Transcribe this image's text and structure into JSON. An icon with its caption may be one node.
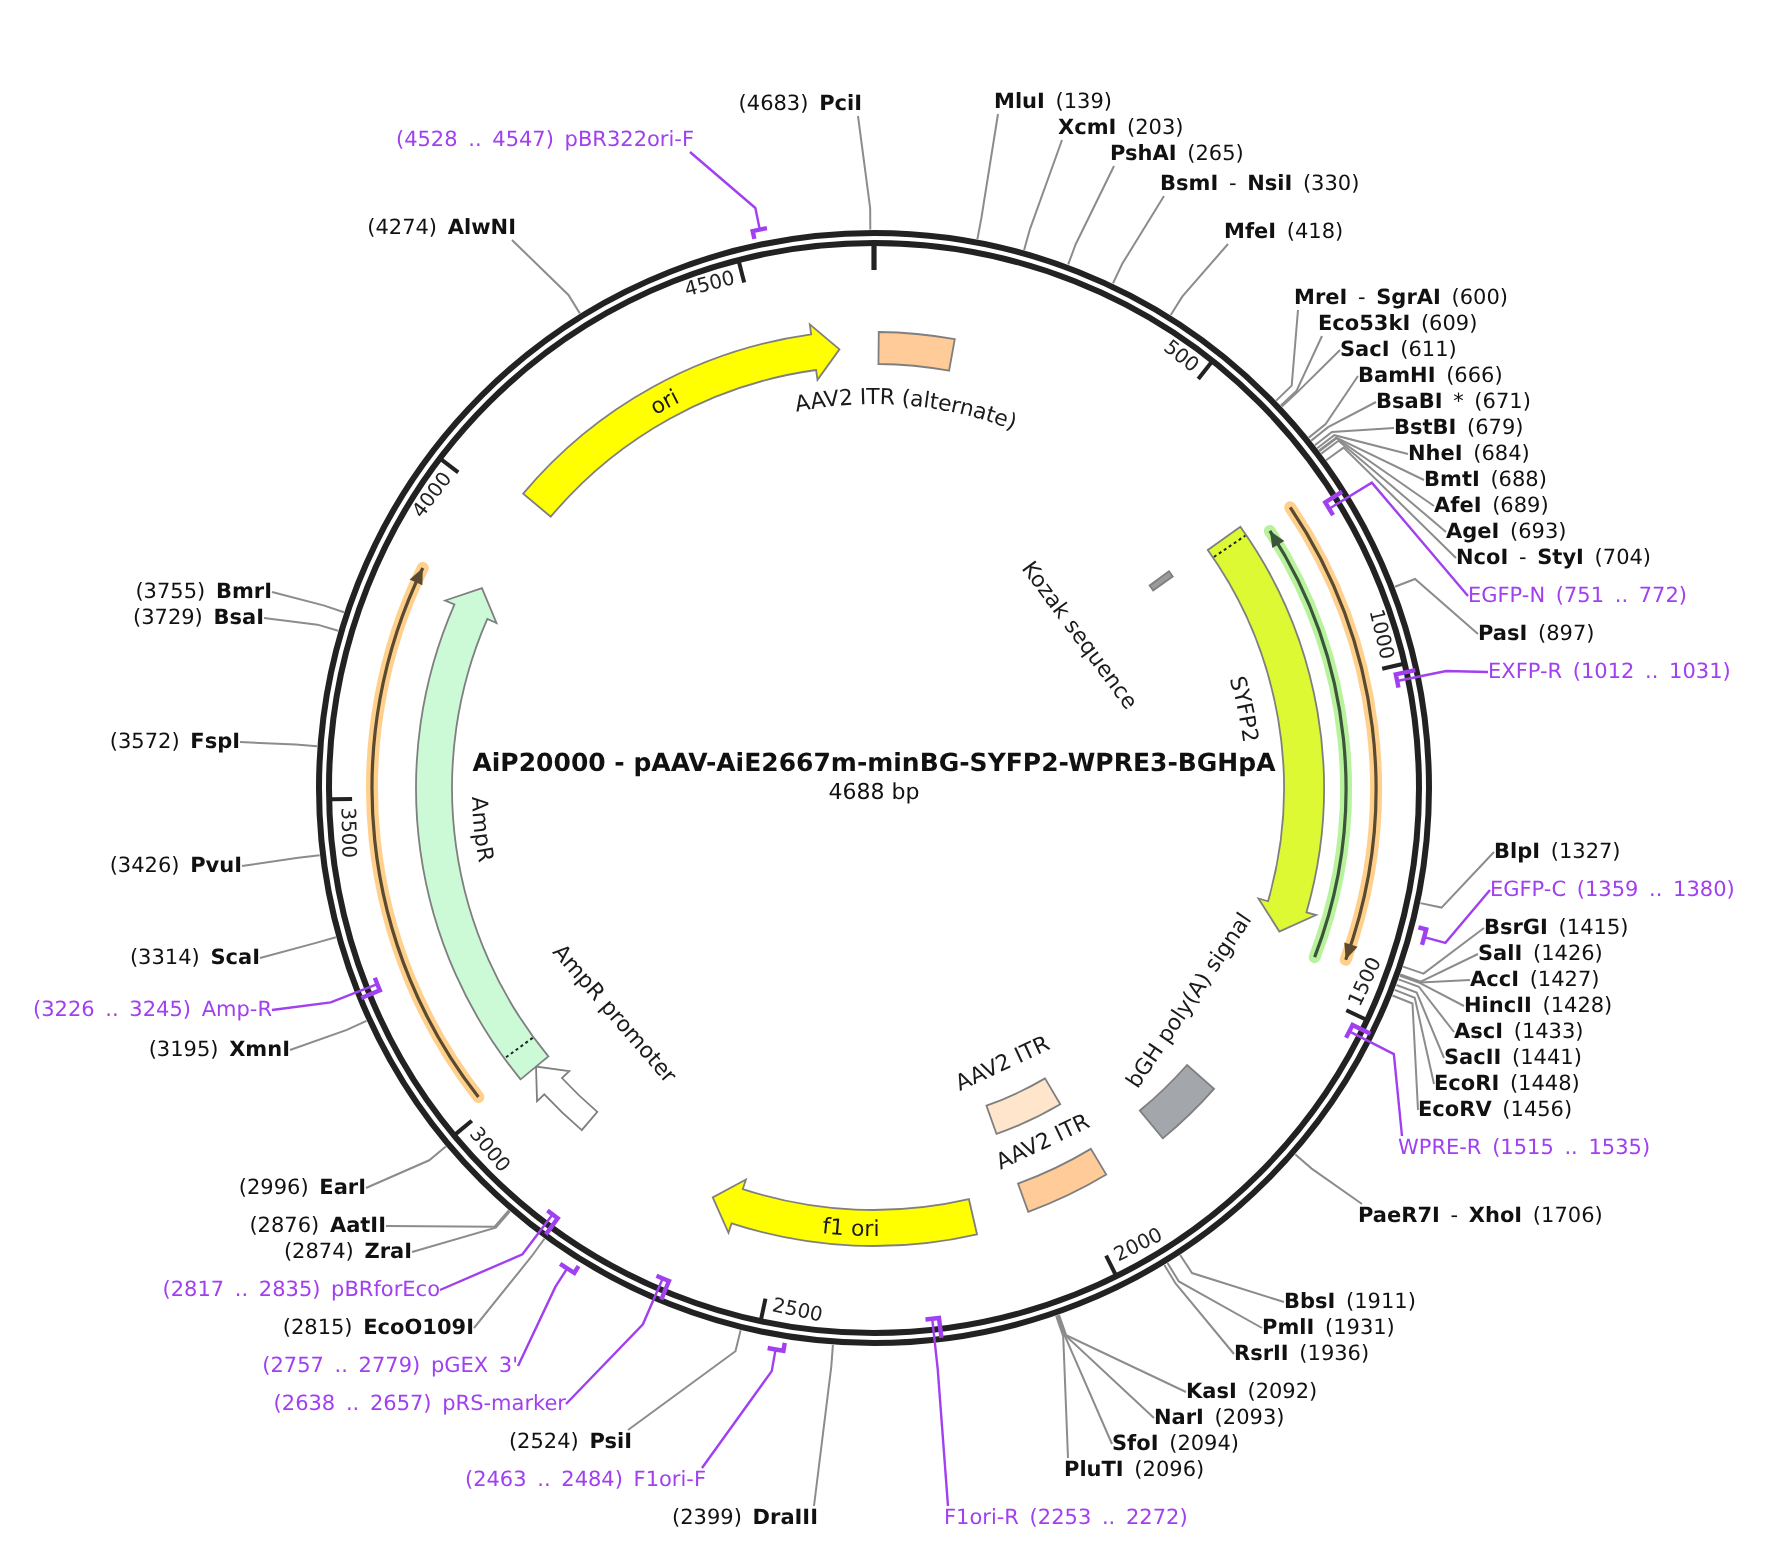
{
  "diagram": {
    "title": "AiP20000 - pAAV-AiE2667m-minBG-SYFP2-WPRE3-BGHpA",
    "nodes": [
      {
        "text": [],
        "shape": "circle"
      },
      {
        "text": [
          "ori"
        ],
        "in": 0
      },
      {
        "text": [
          "AAV2 ITR (alternate)"
        ],
        "in": 0
      },
      {
        "text": [
          "Kozak sequence"
        ],
        "in": 0
      },
      {
        "text": [
          "SYFP2"
        ],
        "in": 0
      },
      {
        "text": [
          "bGH poly(A) signal"
        ],
        "in": 0
      },
      {
        "text": [
          "AAV2 ITR"
        ],
        "in": 0
      },
      {
        "text": [
          "AAV2 ITR"
        ],
        "in": 0
      },
      {
        "text": [
          "f1 ori"
        ],
        "in": 0
      },
      {
        "text": [
          "AmpR promoter"
        ],
        "in": 0
      },
      {
        "text": [
          "AmpR"
        ],
        "in": 0
      },
      {
        "text": [],
        "shape": "arrow",
        "in": 0
      },
      {
        "text": [],
        "shape": "arrow",
        "in": 0
      },
      {
        "text": [],
        "shape": "arrow",
        "in": 0
      },
      {
        "text": [
          "**MluI** (139)"
        ]
      },
      {
        "text": [
          "**XcmI** (203)"
        ]
      },
      {
        "text": [
          "**PshAI** (265)"
        ]
      },
      {
        "text": [
          "**BsmI** - **NsiI** (330)"
        ]
      },
      {
        "text": [
          "**MfeI** (418)"
        ]
      },
      {
        "text": [
          "**MreI** - **SgrAI** (600)"
        ]
      },
      {
        "text": [
          "**Eco53kI** (609)"
        ]
      },
      {
        "text": [
          "**SacI** (611)"
        ]
      },
      {
        "text": [
          "**BamHI** (666)"
        ]
      },
      {
        "text": [
          "**BsaBI** * (671)"
        ]
      },
      {
        "text": [
          "**BstBI** (679)"
        ]
      },
      {
        "text": [
          "**NheI** (684)"
        ]
      },
      {
        "text": [
          "**BmtI** (688)"
        ]
      },
      {
        "text": [
          "**AfeI** (689)"
        ]
      },
      {
        "text": [
          "**AgeI** (693)"
        ]
      },
      {
        "text": [
          "**NcoI** - **StyI** (704)"
        ]
      },
      {
        "text": [
          "EGFP-N (751 .. 772)"
        ]
      },
      {
        "text": [
          "**PasI** (897)"
        ]
      },
      {
        "text": [
          "EXFP-R (1012 .. 1031)"
        ]
      },
      {
        "text": [
          "**BlpI** (1327)"
        ]
      },
      {
        "text": [
          "EGFP-C (1359 .. 1380)"
        ]
      },
      {
        "text": [
          "**BsrGI** (1415)"
        ]
      },
      {
        "text": [
          "**SalI** (1426)"
        ]
      },
      {
        "text": [
          "**AccI** (1427)"
        ]
      },
      {
        "text": [
          "**HincII** (1428)"
        ]
      },
      {
        "text": [
          "**AscI** (1433)"
        ]
      },
      {
        "text": [
          "**SacII** (1441)"
        ]
      },
      {
        "text": [
          "**EcoRI** (1448)"
        ]
      },
      {
        "text": [
          "**EcoRV** (1456)"
        ]
      },
      {
        "text": [
          "WPRE-R (1515 .. 1535)"
        ]
      },
      {
        "text": [
          "**PaeR7I** - **XhoI** (1706)"
        ]
      },
      {
        "text": [
          "**BbsI** (1911)"
        ]
      },
      {
        "text": [
          "**PmlI** (1931)"
        ]
      },
      {
        "text": [
          "**RsrII** (1936)"
        ]
      },
      {
        "text": [
          "**KasI** (2092)"
        ]
      },
      {
        "text": [
          "**NarI** (2093)"
        ]
      },
      {
        "text": [
          "**SfoI** (2094)"
        ]
      },
      {
        "text": [
          "**PluTI** (2096)"
        ]
      },
      {
        "text": [
          "F1ori-R (2253 .. 2272)"
        ]
      },
      {
        "text": [
          "(2399) **DraIII**"
        ]
      },
      {
        "text": [
          "(2463 .. 2484) F1ori-F"
        ]
      },
      {
        "text": [
          "(2524) **PsiI**"
        ]
      },
      {
        "text": [
          "(2638 .. 2657) pRS-marker"
        ]
      },
      {
        "text": [
          "(2757 .. 2779) pGEX 3'"
        ]
      },
      {
        "text": [
          "(2815) **EcoO109I**"
        ]
      },
      {
        "text": [
          "(2817 .. 2835) pBRforEco"
        ]
      },
      {
        "text": [
          "(2874) **ZraI**"
        ]
      },
      {
        "text": [
          "(2876) **AatII**"
        ]
      },
      {
        "text": [
          "(2996) **EarI**"
        ]
      },
      {
        "text": [
          "(3195) **XmnI**"
        ]
      },
      {
        "text": [
          "(3226 .. 3245) Amp-R"
        ]
      },
      {
        "text": [
          "(3314) **ScaI**"
        ]
      },
      {
        "text": [
          "(3426) **PvuI**"
        ]
      },
      {
        "text": [
          "(3572) **FspI**"
        ]
      },
      {
        "text": [
          "(3729) **BsaI**"
        ]
      },
      {
        "text": [
          "(3755) **BmrI**"
        ]
      },
      {
        "text": [
          "(4274) **AlwNI**"
        ]
      },
      {
        "text": [
          "(4528 .. 4547) pBR322ori-F"
        ]
      },
      {
        "text": [
          "(4683) **PciI**"
        ]
      },
      {
        "text": [],
        "shape": "bar",
        "in": 0
      },
      {
        "text": [],
        "shape": "bar",
        "in": 0
      },
      {
        "text": [],
        "shape": "bar"
      },
      {
        "text": [],
        "shape": "bar",
        "in": 0
      },
      {
        "text": [],
        "shape": "bar",
        "in": 0
      },
      {
        "text": [],
        "shape": "bar"
      },
      {
        "text": [],
        "shape": "bar",
        "in": 0
      },
      {
        "text": [],
        "shape": "bar"
      },
      {
        "text": [],
        "shape": "bar",
        "in": 0
      },
      {
        "text": [],
        "shape": "bar",
        "in": 0
      },
      {
        "text": [],
        "shape": "bar"
      }
    ],
    "edges": [
      {
        "from": 14,
        "to": 0,
        "arrow": "none"
      },
      {
        "from": 15,
        "to": 0,
        "arrow": "none"
      },
      {
        "from": 16,
        "to": 0,
        "arrow": "none"
      },
      {
        "from": 17,
        "to": 0,
        "arrow": "none"
      },
      {
        "from": 18,
        "to": 0,
        "arrow": "none"
      },
      {
        "from": 19,
        "to": 0,
        "arrow": "none"
      },
      {
        "from": 20,
        "to": 0,
        "arrow": "none"
      },
      {
        "from": 21,
        "to": 0,
        "arrow": "none"
      },
      {
        "from": 22,
        "to": 0,
        "arrow": "none"
      },
      {
        "from": 23,
        "to": 0,
        "arrow": "none"
      },
      {
        "from": 24,
        "to": 0,
        "arrow": "none"
      },
      {
        "from": 25,
        "to": 0,
        "arrow": "none"
      },
      {
        "from": 26,
        "to": 0,
        "arrow": "none"
      },
      {
        "from": 27,
        "to": 0,
        "arrow": "none"
      },
      {
        "from": 28,
        "to": 0,
        "arrow": "none"
      },
      {
        "from": 29,
        "to": 0,
        "arrow": "none"
      },
      {
        "from": 30,
        "to": 73,
        "arrow": "none",
        "color": "#a040f0"
      },
      {
        "from": 31,
        "to": 0,
        "arrow": "none"
      },
      {
        "from": 32,
        "to": 74,
        "arrow": "none",
        "color": "#a040f0"
      },
      {
        "from": 33,
        "to": 0,
        "arrow": "none"
      },
      {
        "from": 34,
        "to": 75,
        "arrow": "none",
        "color": "#a040f0"
      },
      {
        "from": 35,
        "to": 0,
        "arrow": "none"
      },
      {
        "from": 36,
        "to": 0,
        "arrow": "none"
      },
      {
        "from": 37,
        "to": 0,
        "arrow": "none"
      },
      {
        "from": 38,
        "to": 0,
        "arrow": "none"
      },
      {
        "from": 39,
        "to": 0,
        "arrow": "none"
      },
      {
        "from": 40,
        "to": 0,
        "arrow": "none"
      },
      {
        "from": 41,
        "to": 0,
        "arrow": "none"
      },
      {
        "from": 42,
        "to": 0,
        "arrow": "none"
      },
      {
        "from": 43,
        "to": 76,
        "arrow": "none",
        "color": "#a040f0"
      },
      {
        "from": 44,
        "to": 0,
        "arrow": "none"
      },
      {
        "from": 45,
        "to": 0,
        "arrow": "none"
      },
      {
        "from": 46,
        "to": 0,
        "arrow": "none"
      },
      {
        "from": 47,
        "to": 0,
        "arrow": "none"
      },
      {
        "from": 48,
        "to": 0,
        "arrow": "none"
      },
      {
        "from": 49,
        "to": 0,
        "arrow": "none"
      },
      {
        "from": 50,
        "to": 0,
        "arrow": "none"
      },
      {
        "from": 51,
        "to": 0,
        "arrow": "none"
      },
      {
        "from": 52,
        "to": 77,
        "arrow": "none",
        "color": "#a040f0"
      },
      {
        "from": 53,
        "to": 0,
        "arrow": "none"
      },
      {
        "from": 54,
        "to": 78,
        "arrow": "none",
        "color": "#a040f0"
      },
      {
        "from": 55,
        "to": 0,
        "arrow": "none"
      },
      {
        "from": 56,
        "to": 79,
        "arrow": "none",
        "color": "#a040f0"
      },
      {
        "from": 57,
        "to": 80,
        "arrow": "none",
        "color": "#a040f0"
      },
      {
        "from": 58,
        "to": 0,
        "arrow": "none"
      },
      {
        "from": 59,
        "to": 81,
        "arrow": "none",
        "color": "#a040f0"
      },
      {
        "from": 60,
        "to": 0,
        "arrow": "none"
      },
      {
        "from": 61,
        "to": 0,
        "arrow": "none"
      },
      {
        "from": 62,
        "to": 0,
        "arrow": "none"
      },
      {
        "from": 63,
        "to": 0,
        "arrow": "none"
      },
      {
        "from": 64,
        "to": 82,
        "arrow": "none",
        "color": "#a040f0"
      },
      {
        "from": 65,
        "to": 0,
        "arrow": "none"
      },
      {
        "from": 66,
        "to": 0,
        "arrow": "none"
      },
      {
        "from": 67,
        "to": 0,
        "arrow": "none"
      },
      {
        "from": 68,
        "to": 0,
        "arrow": "none"
      },
      {
        "from": 69,
        "to": 0,
        "arrow": "none"
      },
      {
        "from": 70,
        "to": 0,
        "arrow": "none"
      },
      {
        "from": 71,
        "to": 83,
        "arrow": "none",
        "color": "#a040f0"
      },
      {
        "from": 72,
        "to": 0,
        "arrow": "none"
      }
    ],
    "labels": [
      "4688 bp",
      "500",
      "1000",
      "1500",
      "2000",
      "2500",
      "3000",
      "3500",
      "4000",
      "4500"
    ]
  }
}
